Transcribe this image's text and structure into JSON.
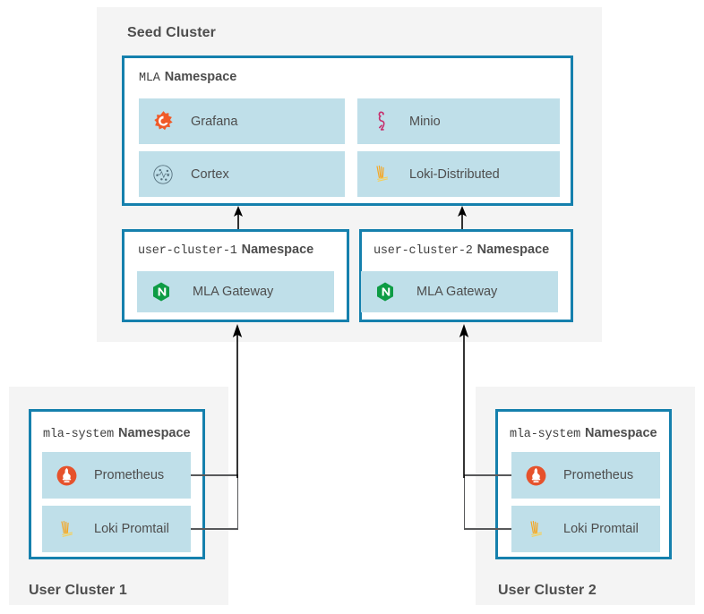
{
  "seed_cluster": {
    "title": "Seed Cluster",
    "mla_namespace": {
      "name": "MLA",
      "suffix": "Namespace",
      "services": [
        {
          "label": "Grafana",
          "icon": "grafana-icon"
        },
        {
          "label": "Minio",
          "icon": "minio-flamingo-icon"
        },
        {
          "label": "Cortex",
          "icon": "cortex-icon"
        },
        {
          "label": "Loki-Distributed",
          "icon": "loki-broom-icon"
        }
      ]
    },
    "user_namespaces": [
      {
        "name": "user-cluster-1",
        "suffix": "Namespace",
        "services": [
          {
            "label": "MLA Gateway",
            "icon": "nginx-icon"
          }
        ]
      },
      {
        "name": "user-cluster-2",
        "suffix": "Namespace",
        "services": [
          {
            "label": "MLA Gateway",
            "icon": "nginx-icon"
          }
        ]
      }
    ]
  },
  "user_clusters": [
    {
      "title": "User Cluster 1",
      "namespace": {
        "name": "mla-system",
        "suffix": "Namespace",
        "services": [
          {
            "label": "Prometheus",
            "icon": "prometheus-icon"
          },
          {
            "label": "Loki Promtail",
            "icon": "loki-broom-icon"
          }
        ]
      }
    },
    {
      "title": "User Cluster 2",
      "namespace": {
        "name": "mla-system",
        "suffix": "Namespace",
        "services": [
          {
            "label": "Prometheus",
            "icon": "prometheus-icon"
          },
          {
            "label": "Loki Promtail",
            "icon": "loki-broom-icon"
          }
        ]
      }
    }
  ],
  "colors": {
    "panel_bg": "#f4f4f4",
    "box_border": "#1580ad",
    "tile_bg": "#bfdfe9",
    "connector": "#58595b",
    "text": "#4d4d4d",
    "grafana_orange": "#f05a28",
    "minio_pink": "#c72c6c",
    "loki_yellow": "#f5a623",
    "nginx_green": "#0e9c45",
    "prometheus_orange": "#e6522c",
    "cortex_gray": "#55707d"
  }
}
